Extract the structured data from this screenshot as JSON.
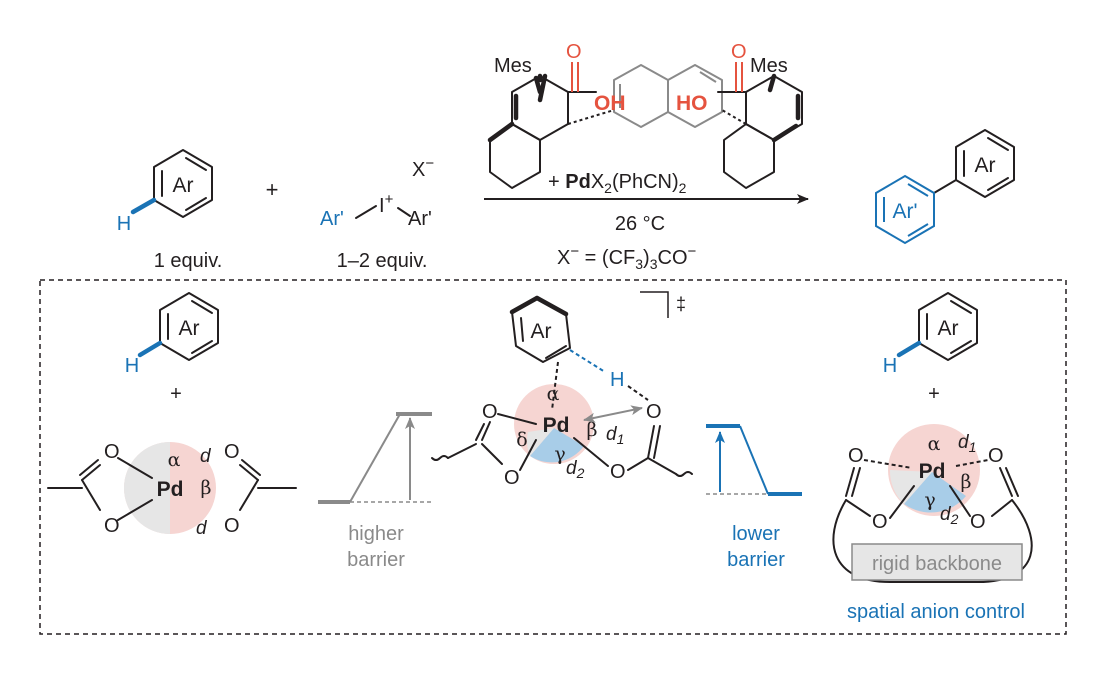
{
  "reaction": {
    "ar": "Ar",
    "h": "H",
    "arp": "Ar'",
    "equiv1": "1 equiv.",
    "plus": "+",
    "x_minus": "X",
    "neg": "−",
    "iodine": "I",
    "pos": "+",
    "equiv2": "1–2 equiv.",
    "mes": "Mes",
    "oh": "OH",
    "ho": "HO",
    "o": "O",
    "catalyst_plus": "+ ",
    "pd": "Pd",
    "catalyst_rest": "X",
    "catalyst_sub2": "2",
    "catalyst_paren": "(PhCN)",
    "catalyst_sub2b": "2",
    "temp": "26 °C",
    "anion_lhs": "X",
    "anion_eq": " = (CF",
    "anion_sub3": "3",
    "anion_paren": ")",
    "anion_sub3b": "3",
    "anion_tail": "CO"
  },
  "panel": {
    "dagger": "‡",
    "alpha": "α",
    "beta": "β",
    "gamma": "γ",
    "delta": "δ",
    "d": "d",
    "d1": "1",
    "d2": "2",
    "higher_1": "higher",
    "higher_2": "barrier",
    "lower_1": "lower",
    "lower_2": "barrier",
    "rigid": "rigid backbone",
    "spatial": "spatial anion control"
  },
  "colors": {
    "blue": "#1a73b5",
    "red": "#e5533f",
    "gray": "#8a8a8a",
    "pink": "#f6d5d2",
    "lightblue": "#a8cde8",
    "lightgray": "#e6e6e6"
  }
}
